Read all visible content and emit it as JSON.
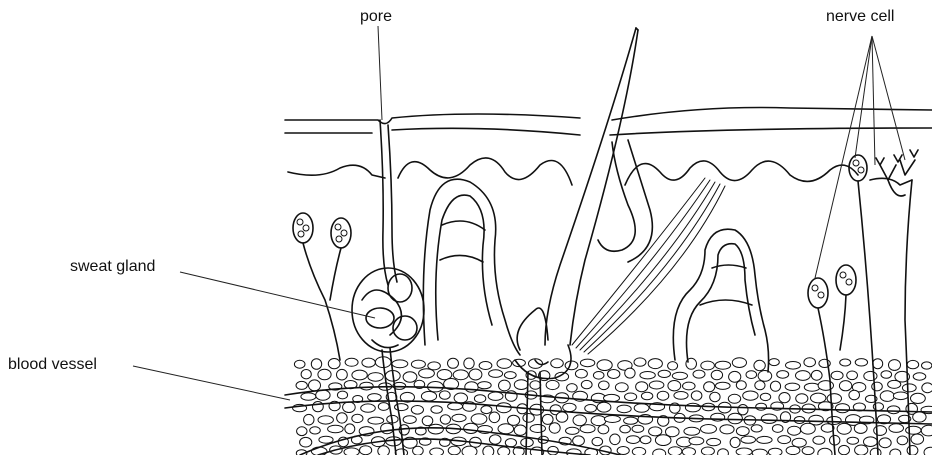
{
  "labels": {
    "pore": "pore",
    "nerve_cell": "nerve cell",
    "sweat_gland": "sweat gland",
    "blood_vessel": "blood vessel"
  },
  "colors": {
    "ink": "#111111",
    "background": "#ffffff"
  }
}
